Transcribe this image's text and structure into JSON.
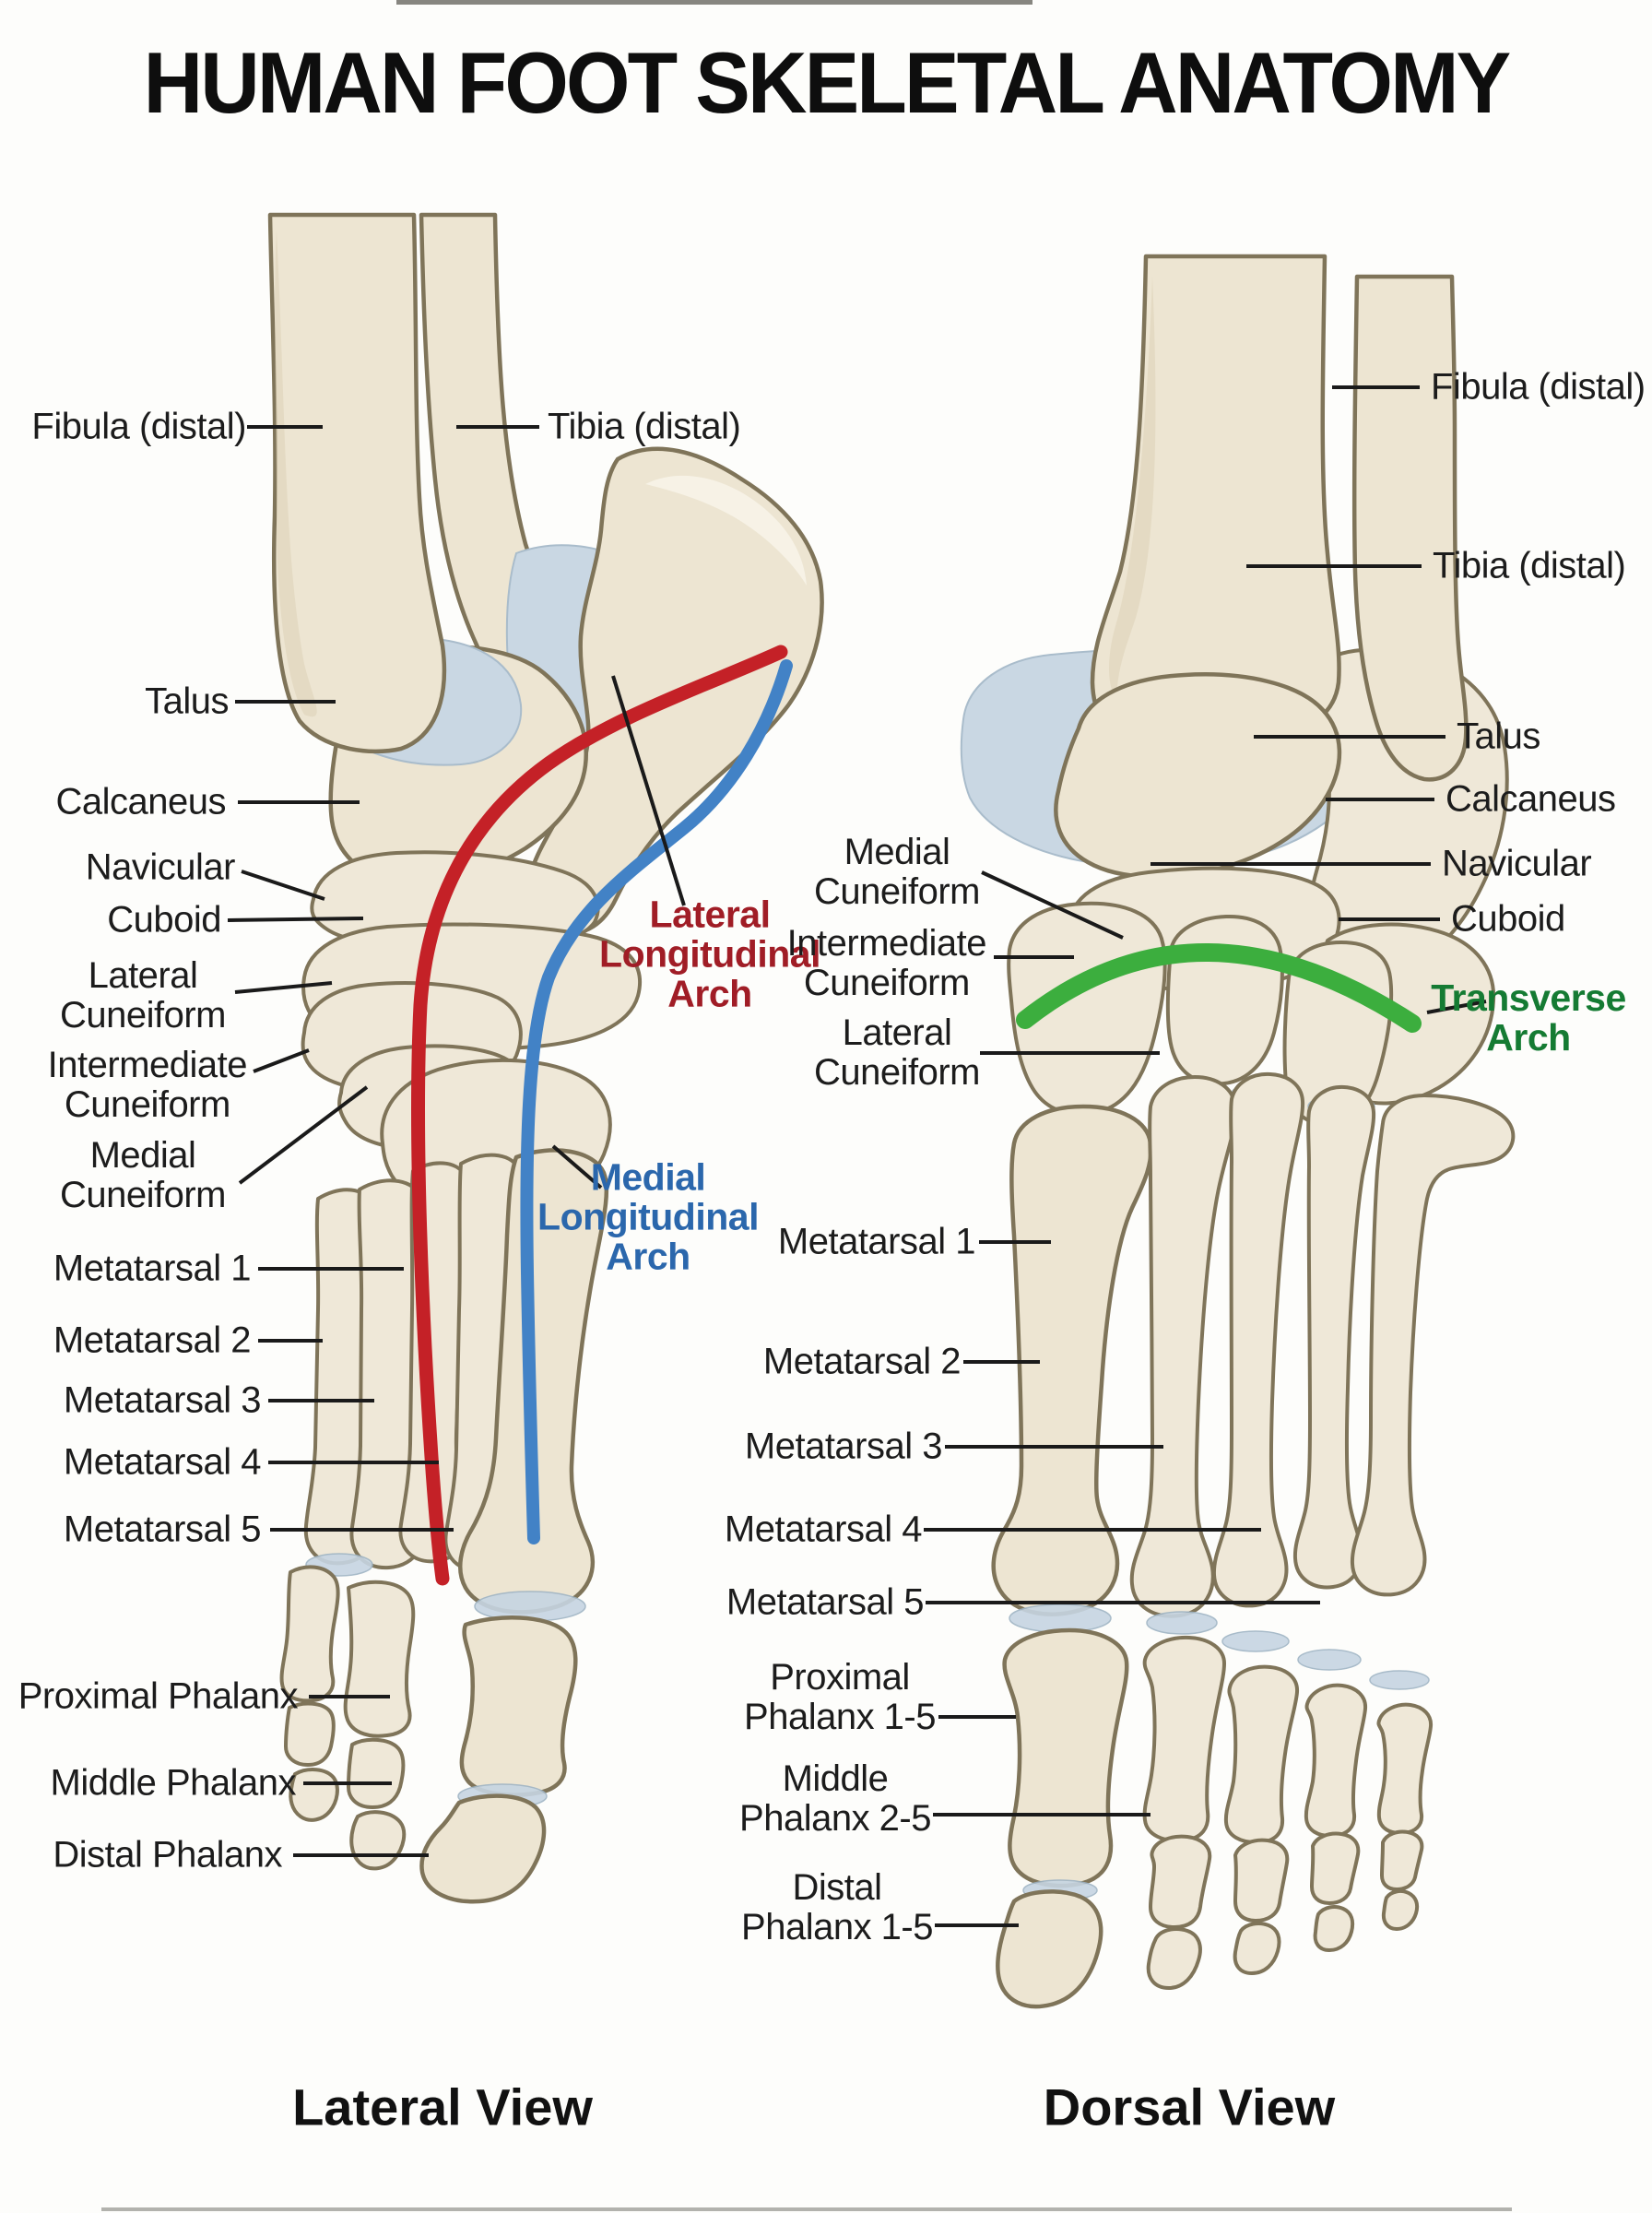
{
  "title": "HUMAN FOOT SKELETAL ANATOMY",
  "colors": {
    "background": "#FDFDFB",
    "bone_fill": "#EDE5D2",
    "bone_outline": "#7F7459",
    "cartilage": "#C9D7E3",
    "label_text": "#1C1C1C",
    "leader_line": "#1A1A1A",
    "lateral_arch_red": "#C42127",
    "lateral_arch_text": "#A01D26",
    "medial_arch_blue": "#4282C6",
    "medial_arch_text": "#2B67AC",
    "transverse_arch_green": "#3CAE3E",
    "transverse_arch_text": "#157B33"
  },
  "lateral_view": {
    "caption": "Lateral View",
    "labels": {
      "fibula": "Fibula (distal)",
      "tibia": "Tibia (distal)",
      "talus": "Talus",
      "calcaneus": "Calcaneus",
      "navicular": "Navicular",
      "cuboid": "Cuboid",
      "lateral_cuneiform": "Lateral\nCuneiform",
      "intermediate_cuneiform": "Intermediate\nCuneiform",
      "medial_cuneiform": "Medial\nCuneiform",
      "metatarsal_1": "Metatarsal 1",
      "metatarsal_2": "Metatarsal 2",
      "metatarsal_3": "Metatarsal 3",
      "metatarsal_4": "Metatarsal 4",
      "metatarsal_5": "Metatarsal 5",
      "proximal_phalanx": "Proximal Phalanx",
      "middle_phalanx": "Middle Phalanx",
      "distal_phalanx": "Distal Phalanx"
    },
    "arches": {
      "lateral_longitudinal": "Lateral\nLongitudinal\nArch",
      "medial_longitudinal": "Medial\nLongitudinal\nArch"
    }
  },
  "dorsal_view": {
    "caption": "Dorsal View",
    "labels": {
      "fibula": "Fibula (distal)",
      "tibia": "Tibia (distal)",
      "talus": "Talus",
      "calcaneus": "Calcaneus",
      "navicular": "Navicular",
      "cuboid": "Cuboid",
      "medial_cuneiform": "Medial\nCuneiform",
      "intermediate_cuneiform": "Intermediate\nCuneiform",
      "lateral_cuneiform": "Lateral\nCuneiform",
      "metatarsal_1": "Metatarsal 1",
      "metatarsal_2": "Metatarsal 2",
      "metatarsal_3": "Metatarsal 3",
      "metatarsal_4": "Metatarsal 4",
      "metatarsal_5": "Metatarsal 5",
      "proximal_phalanx": "Proximal\nPhalanx 1-5",
      "middle_phalanx": "Middle\nPhalanx 2-5",
      "distal_phalanx": "Distal\nPhalanx 1-5"
    },
    "arches": {
      "transverse": "Transverse\nArch"
    }
  }
}
